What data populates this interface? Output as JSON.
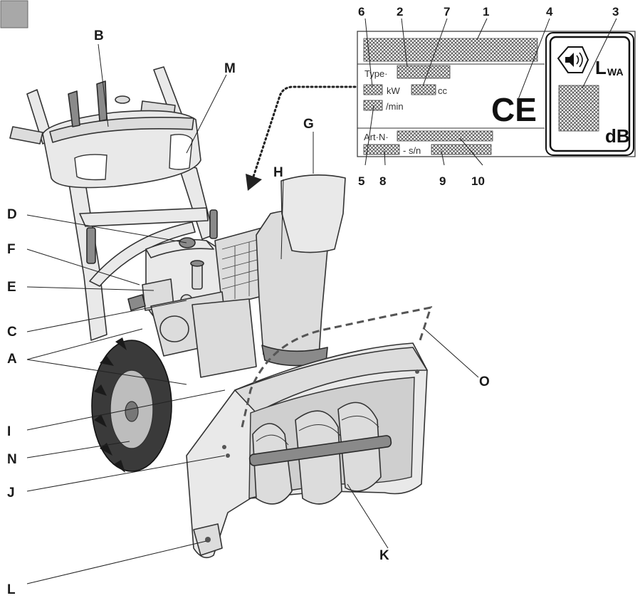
{
  "corner_marker_color": "#a8a8a8",
  "callouts": {
    "A": "A",
    "B": "B",
    "C": "C",
    "D": "D",
    "E": "E",
    "F": "F",
    "G": "G",
    "H": "H",
    "I": "I",
    "J": "J",
    "K": "K",
    "L": "L",
    "M": "M",
    "N": "N",
    "O": "O"
  },
  "plate": {
    "numbers": {
      "n1": "1",
      "n2": "2",
      "n3": "3",
      "n4": "4",
      "n5": "5",
      "n6": "6",
      "n7": "7",
      "n8": "8",
      "n9": "9",
      "n10": "10"
    },
    "type_label": "Type·",
    "kw_label": "kW",
    "cc_label": "cc",
    "rpm_label": "/min",
    "art_label": "Art·N·",
    "sn_label": "- s/n",
    "ce_mark": "CE",
    "lwa_L": "L",
    "lwa_sub": "WA",
    "db_label": "dB"
  }
}
